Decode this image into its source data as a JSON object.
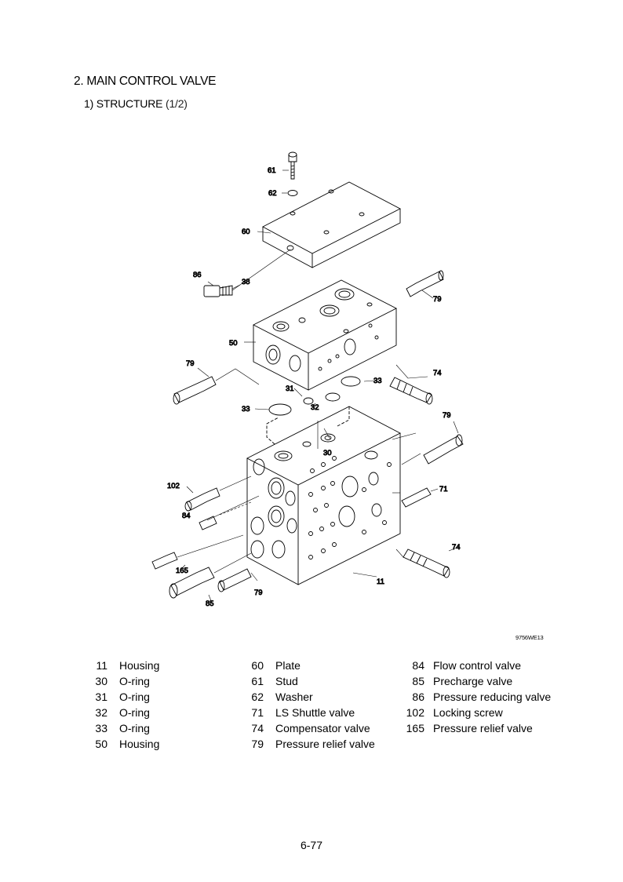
{
  "heading": "2. MAIN CONTROL VALVE",
  "subheading": {
    "title": "1) STRUCTURE",
    "part": "(1/2)"
  },
  "diagram": {
    "callouts": [
      "61",
      "62",
      "60",
      "86",
      "38",
      "79",
      "50",
      "79",
      "74",
      "31",
      "33",
      "33",
      "32",
      "79",
      "30",
      "102",
      "71",
      "84",
      "74",
      "165",
      "11",
      "85",
      "79"
    ],
    "figure_code": "9756WE13"
  },
  "parts_list": {
    "col1": [
      {
        "num": "11",
        "name": "Housing"
      },
      {
        "num": "30",
        "name": "O-ring"
      },
      {
        "num": "31",
        "name": "O-ring"
      },
      {
        "num": "32",
        "name": "O-ring"
      },
      {
        "num": "33",
        "name": "O-ring"
      },
      {
        "num": "50",
        "name": "Housing"
      }
    ],
    "col2": [
      {
        "num": "60",
        "name": "Plate"
      },
      {
        "num": "61",
        "name": "Stud"
      },
      {
        "num": "62",
        "name": "Washer"
      },
      {
        "num": "71",
        "name": "LS Shuttle valve"
      },
      {
        "num": "74",
        "name": "Compensator valve"
      },
      {
        "num": "79",
        "name": "Pressure relief valve"
      }
    ],
    "col3": [
      {
        "num": "84",
        "name": "Flow control valve"
      },
      {
        "num": "85",
        "name": "Precharge valve"
      },
      {
        "num": "86",
        "name": "Pressure reducing valve"
      },
      {
        "num": "102",
        "name": "Locking screw"
      },
      {
        "num": "165",
        "name": "Pressure relief valve"
      }
    ]
  },
  "page_number": "6-77"
}
